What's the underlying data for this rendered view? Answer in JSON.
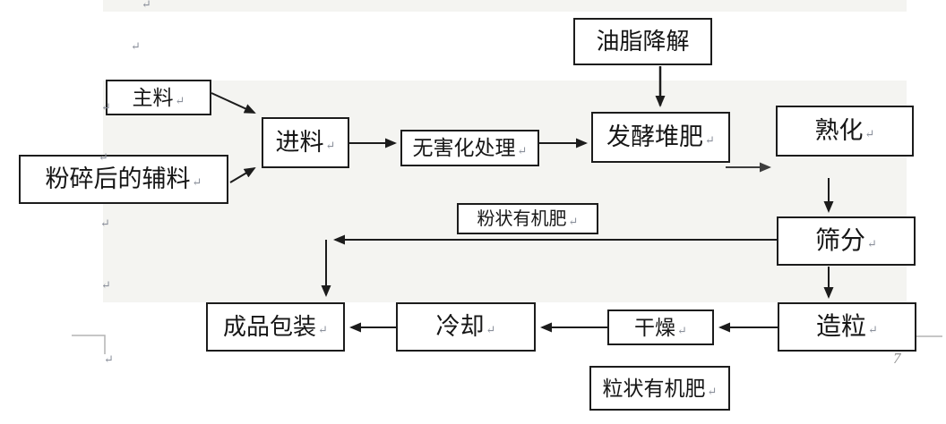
{
  "page": {
    "pilcrow_mark": "↵",
    "page_number": "7",
    "colors": {
      "band": "#f4f4f1",
      "box_border": "#1c1c1c",
      "arrow": "#1c1c1c",
      "secondary_arrow": "#3d3d3d",
      "pilcrow": "#8b909b",
      "margin_mark": "#b3b3b3",
      "page_number": "#8f8f8f"
    }
  },
  "flowchart": {
    "boxes": [
      {
        "id": "main-material",
        "label": "主料"
      },
      {
        "id": "crushed-auxiliary-material",
        "label": "粉碎后的辅料"
      },
      {
        "id": "feeding",
        "label": "进料"
      },
      {
        "id": "harmless-treatment",
        "label": "无害化处理"
      },
      {
        "id": "oil-degradation",
        "label": "油脂降解"
      },
      {
        "id": "fermentation-composting",
        "label": "发酵堆肥"
      },
      {
        "id": "maturation",
        "label": "熟化"
      },
      {
        "id": "screening",
        "label": "筛分"
      },
      {
        "id": "powdered-organic-fertilizer",
        "label": "粉状有机肥"
      },
      {
        "id": "granulation",
        "label": "造粒"
      },
      {
        "id": "drying",
        "label": "干燥"
      },
      {
        "id": "cooling",
        "label": "冷却"
      },
      {
        "id": "finished-product-packaging",
        "label": "成品包装"
      },
      {
        "id": "granular-organic-fertilizer",
        "label": "粒状有机肥"
      }
    ]
  }
}
